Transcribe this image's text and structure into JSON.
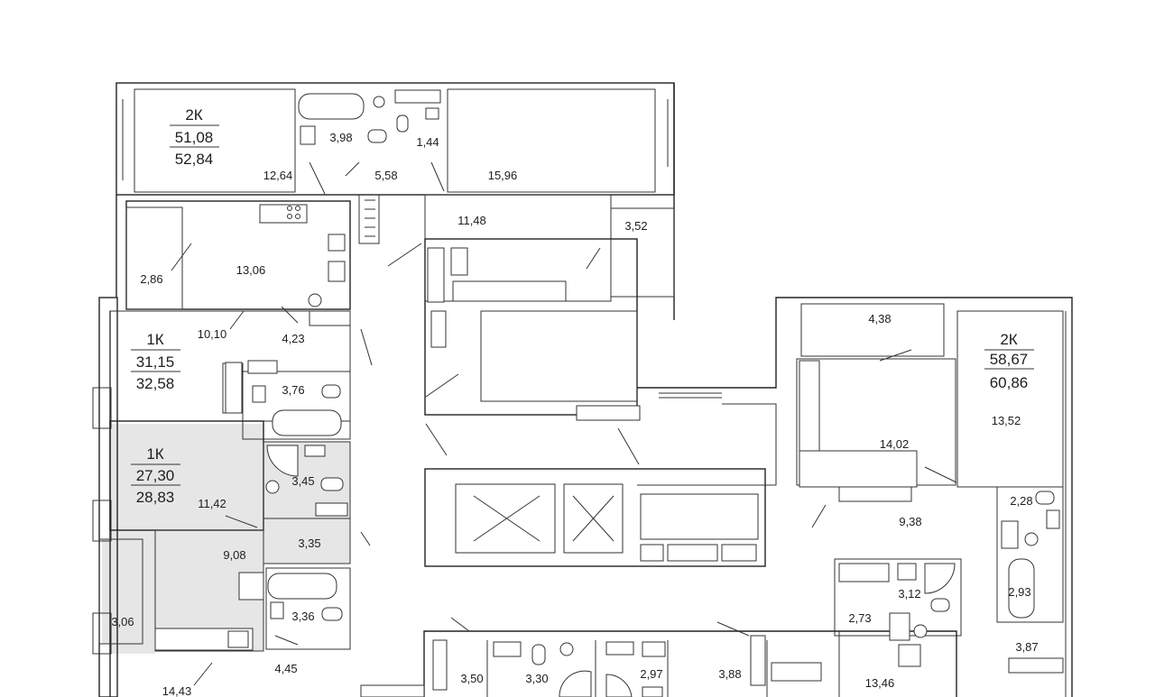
{
  "apartments": [
    {
      "id": "apt-2k-top",
      "type": "2К",
      "living_area": "51,08",
      "total_area": "52,84"
    },
    {
      "id": "apt-1k-a",
      "type": "1К",
      "living_area": "31,15",
      "total_area": "32,58"
    },
    {
      "id": "apt-1k-selected",
      "type": "1К",
      "living_area": "27,30",
      "total_area": "28,83",
      "selected": true
    },
    {
      "id": "apt-2k-right",
      "type": "2К",
      "living_area": "58,67",
      "total_area": "60,86"
    }
  ],
  "rooms": [
    "3,98",
    "1,44",
    "12,64",
    "5,58",
    "15,96",
    "11,48",
    "3,52",
    "13,06",
    "2,86",
    "10,10",
    "4,23",
    "3,76",
    "4,38",
    "13,52",
    "14,02",
    "3,45",
    "11,42",
    "3,35",
    "9,08",
    "2,28",
    "9,38",
    "3,12",
    "2,93",
    "2,73",
    "3,36",
    "3,06",
    "3,87",
    "4,45",
    "13,46",
    "14,43",
    "3,50",
    "3,30",
    "2,97",
    "3,88"
  ],
  "colors": {
    "selected_fill": "#e6e6e6",
    "wall": "#222222",
    "background": "#ffffff"
  }
}
